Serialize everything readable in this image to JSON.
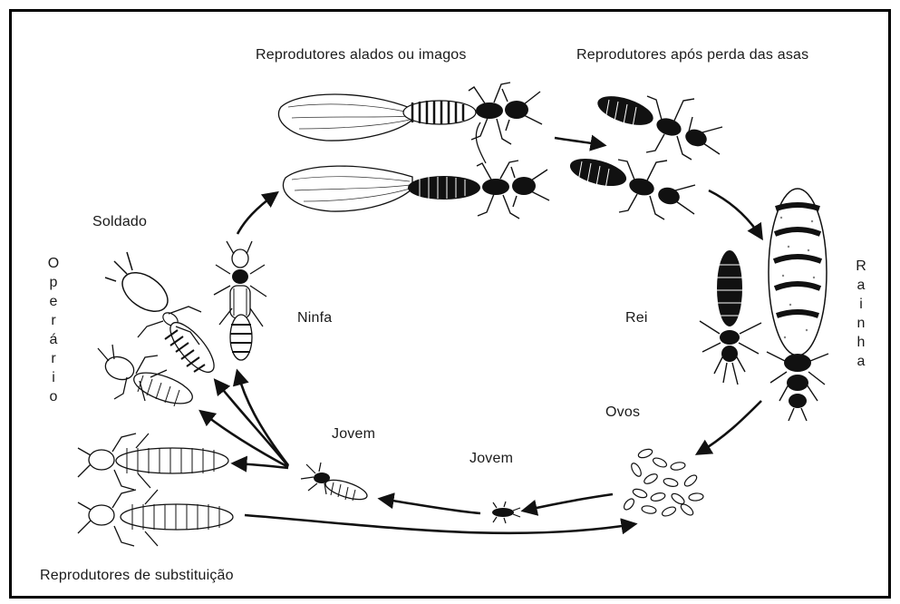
{
  "diagram": {
    "labels": {
      "winged": "Reprodutores alados ou imagos",
      "dealate": "Reprodutores após perda das asas",
      "soldier": "Soldado",
      "nymph": "Ninfa",
      "king": "Rei",
      "eggs": "Ovos",
      "young_upper": "Jovem",
      "young_lower": "Jovem",
      "replacement": "Reprodutores de substituição"
    },
    "vertical_labels": {
      "worker": [
        "O",
        "p",
        "e",
        "r",
        "á",
        "r",
        "i",
        "o"
      ],
      "queen": [
        "R",
        "a",
        "i",
        "n",
        "h",
        "a"
      ]
    },
    "colors": {
      "ink": "#111111",
      "background": "#ffffff",
      "frame": "#000000"
    }
  }
}
